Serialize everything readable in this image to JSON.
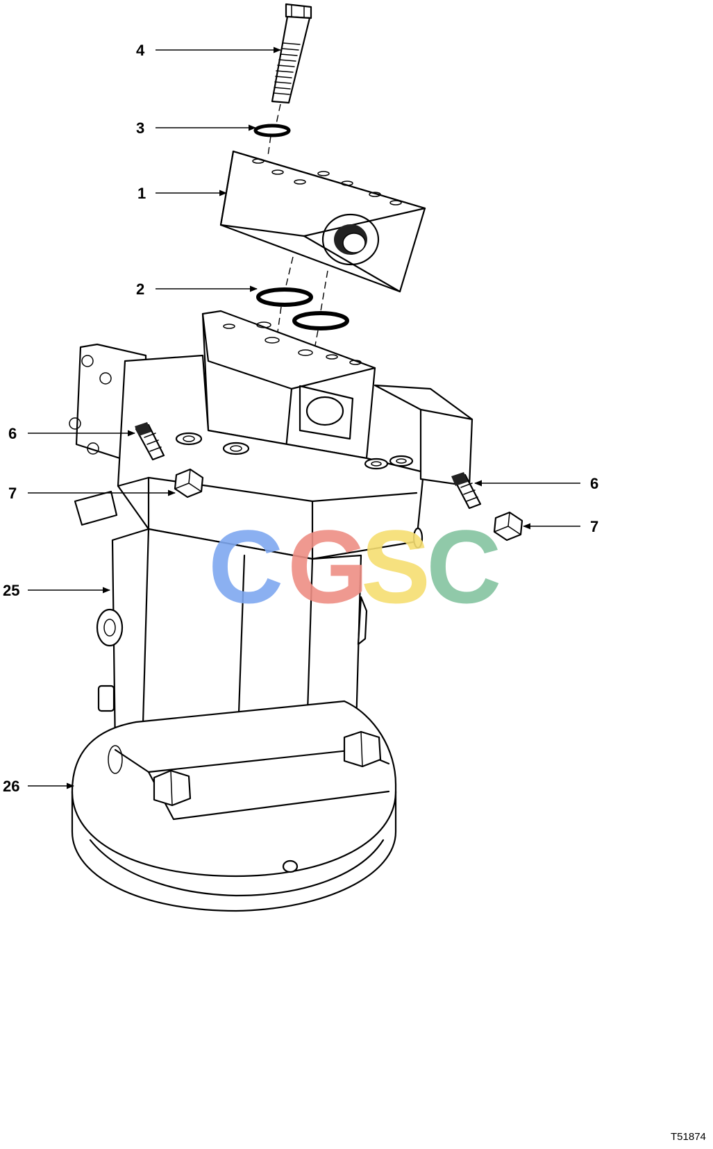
{
  "callouts": {
    "item_4": "4",
    "item_3": "3",
    "item_1": "1",
    "item_2": "2",
    "item_6_left": "6",
    "item_7_left": "7",
    "item_6_right": "6",
    "item_7_right": "7",
    "item_25": "25",
    "item_26": "26"
  },
  "watermark": {
    "letters": [
      "C",
      "G",
      "S",
      "C"
    ],
    "colors": [
      "#7fa8f0",
      "#ee8e84",
      "#f6de72",
      "#85c4a0"
    ]
  },
  "figure_id": "T51874",
  "icons": [
    "bolt-icon",
    "washer-icon",
    "valve-block-icon",
    "o-ring-icon",
    "fitting-icon",
    "cap-icon",
    "motor-housing-icon",
    "mounting-flange-icon"
  ]
}
